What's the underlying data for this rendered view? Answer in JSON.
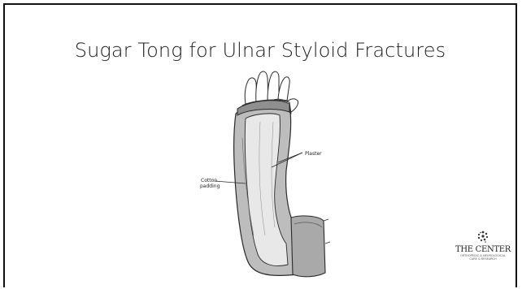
{
  "slide": {
    "title": "Sugar Tong for Ulnar Styloid Fractures"
  },
  "illustration": {
    "labels": {
      "plaster": "Plaster",
      "cotton_line1": "Cotton",
      "cotton_line2": "padding"
    }
  },
  "logo": {
    "name": "THE CENTER",
    "tagline_line1": "ORTHOPEDIC & NEUROLOGICAL",
    "tagline_line2": "CARE & RESEARCH"
  },
  "colors": {
    "title": "#202020",
    "splint_fill": "#bdbdbd",
    "outline": "#2a2a2a",
    "border": "#111111"
  }
}
